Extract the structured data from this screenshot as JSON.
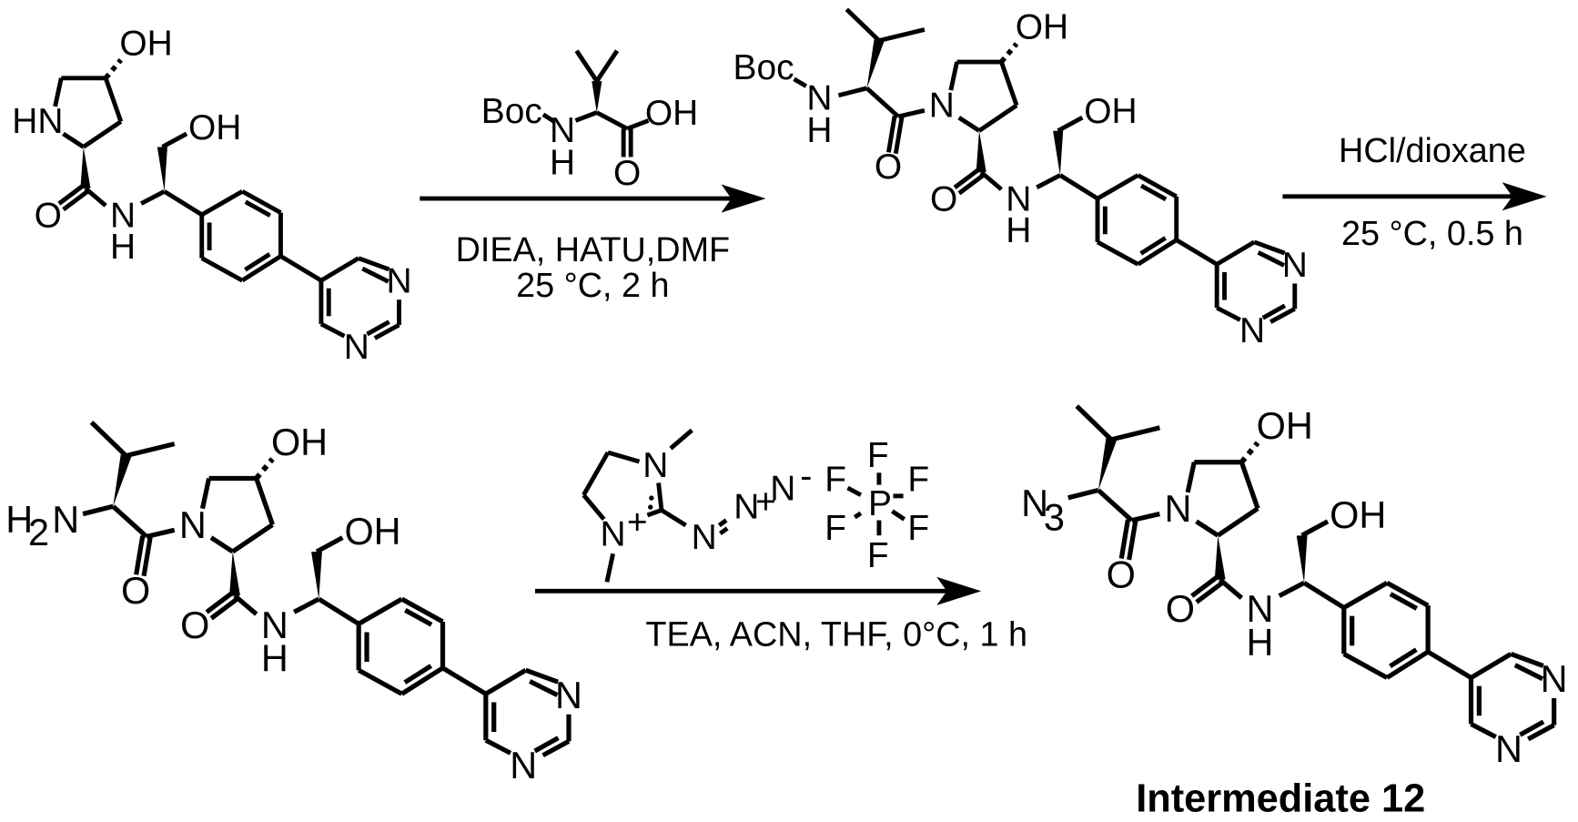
{
  "compounds": {
    "starting_material": {
      "labels": {
        "ring_oh": "OH",
        "ring_n": "HN",
        "amide_o": "O",
        "amide_n": "N",
        "amide_h": "H",
        "side_oh": "OH",
        "pyr_n3": "N",
        "pyr_n1": "N"
      }
    },
    "boc_intermediate": {
      "labels": {
        "ring_oh": "OH",
        "ring_n": "N",
        "amide_o": "O",
        "amide_n": "N",
        "amide_h": "H",
        "side_oh": "OH",
        "pyr_n3": "N",
        "pyr_n1": "N",
        "acyl_o": "O",
        "protecting_group": "Boc",
        "nh_n": "N",
        "nh_h": "H"
      }
    },
    "amine_intermediate": {
      "labels": {
        "ring_oh": "OH",
        "ring_n": "N",
        "amide_o": "O",
        "amide_n": "N",
        "amide_h": "H",
        "side_oh": "OH",
        "pyr_n3": "N",
        "pyr_n1": "N",
        "acyl_o": "O",
        "amine_h": "H",
        "amine_sub": "2",
        "amine_n": "N"
      }
    },
    "intermediate_12": {
      "caption": "Intermediate 12",
      "labels": {
        "ring_oh": "OH",
        "ring_n": "N",
        "amide_o": "O",
        "amide_n": "N",
        "amide_h": "H",
        "side_oh": "OH",
        "pyr_n3": "N",
        "pyr_n1": "N",
        "acyl_o": "O",
        "azide_n": "N",
        "azide_sub": "3"
      }
    }
  },
  "steps": [
    {
      "reagent": {
        "labels": {
          "protecting_group": "Boc",
          "n": "N",
          "h": "H",
          "oh": "OH",
          "o": "O"
        }
      },
      "conditions": [
        "DIEA, HATU,DMF",
        "25 °C, 2 h"
      ]
    },
    {
      "conditions": [
        "HCl/dioxane",
        "25 °C, 0.5 h"
      ]
    },
    {
      "reagent": {
        "labels": {
          "n_top": "N",
          "n_ring_plus": "N",
          "plus_ring": "+",
          "n_a": "N",
          "n_b": "N",
          "plus_b": "+",
          "n_c": "N",
          "minus_c": "-",
          "p": "P",
          "f_top": "F",
          "f_upper_left": "F",
          "f_upper_right": "F",
          "f_lower_left": "F",
          "f_lower_right": "F",
          "f_bottom": "F"
        }
      },
      "conditions": [
        "TEA, ACN, THF, 0°C, 1 h"
      ]
    }
  ]
}
